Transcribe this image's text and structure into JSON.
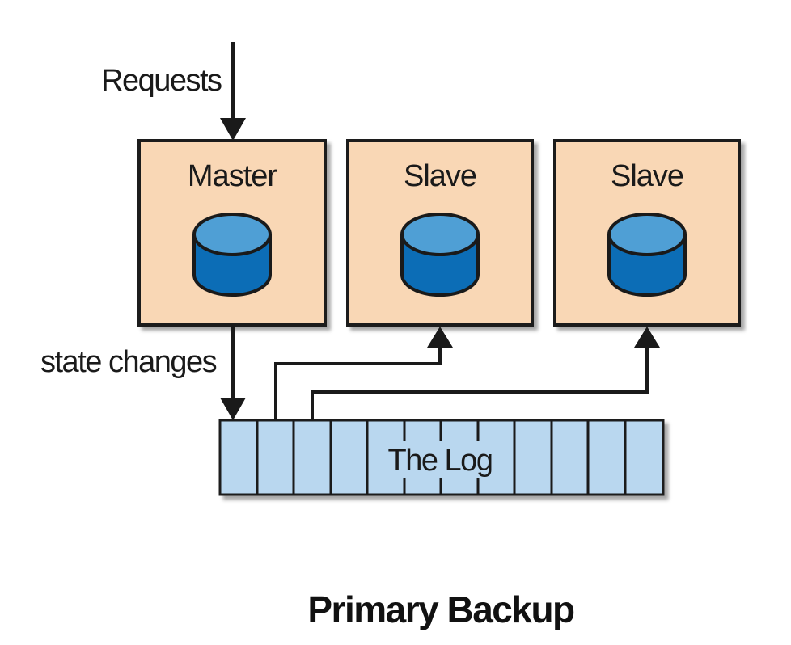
{
  "labels": {
    "requests": "Requests",
    "state_changes": "state changes"
  },
  "nodes": [
    {
      "role": "Master"
    },
    {
      "role": "Slave"
    },
    {
      "role": "Slave"
    }
  ],
  "log": {
    "label": "The Log"
  },
  "title": "Primary Backup",
  "icons": {
    "node_database": "database-icon"
  },
  "colors": {
    "node_fill": "#f9d7b5",
    "log_fill": "#b9d7ef",
    "db_top": "#4f9fd5",
    "db_body": "#0c6db6",
    "stroke": "#1a1a1a"
  }
}
